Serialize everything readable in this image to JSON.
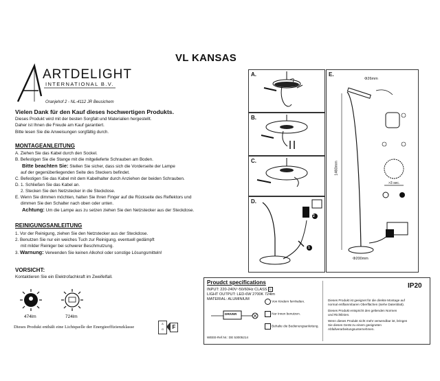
{
  "header": {
    "title": "VL KANSAS"
  },
  "brand": {
    "name_main": "ARTDELIGHT",
    "name_sub": "INTERNATIONAL B.V.",
    "address": "Oranjehof 2 - NL-4112 JR Beusichem"
  },
  "intro": {
    "thanks": "Vielen Dank für den Kauf dieses hochwertigen Produkts.",
    "lines": [
      "Dieses Produkt wird mit der besten Sorgfalt und Materialien hergestellt.",
      "Daher ist Ihnen die Freude am Kauf garantiert.",
      "Bitte lesen Sie die Anweisungen sorgfältig durch."
    ]
  },
  "montage": {
    "heading": "MONTAGEANLEITUNG",
    "a": "A. Ziehen Sie das Kabel durch den Sockel.",
    "b": "B. Befestigen Sie die Stange mit die mitgelieferte Schrauben am Boden.",
    "note_bold": "Bitte beachten Sie:",
    "note_1": "Stellen Sie sicher, dass sich die Vorderseite der Lampe",
    "note_2": "auf der gegenüberliegenden Seite des Steckers befindet.",
    "c": "C. Befestigen Sie das Kabel mit dem Kabelhalter durch Anziehen der beiden Schrauben.",
    "d1": "D. 1. Schließen Sie das Kabel an.",
    "d2": "2. Stecken Sie den Netzstecker in die Steckdose.",
    "e1": "E. Wenn Sie dimmen möchten, halten Sie Ihren Finger auf die Rückseite des Reflektors und",
    "e2": "dimmen Sie den Schalter nach oben oder unten.",
    "warn_bold": "Achtung:",
    "warn": "Um die Lampe aus zu setzen ziehen Sie den Netzstecker aus der Steckdose."
  },
  "cleaning": {
    "heading": "REINIGUNGSANLEITUNG",
    "l1": "1. Vor der Reinigung, ziehen Sie den Netzstecker aus der Steckdose.",
    "l2": "2. Benutzen Sie nur ein weiches Tuch zur Reinigung, eventuell gedämpft",
    "l2b": "mit milder Reiniger bei schwerer Beschmutzung.",
    "l3_num": "3.",
    "l3_bold": "Warnung:",
    "l3": "Verwenden Sie keinen Alkohol oder sonstige Lösungsmitteln!"
  },
  "caution": {
    "heading": "VORSICHT:",
    "text": "Kontaktieren Sie ein Elektrofachkraft im Zweifelfall."
  },
  "icons": {
    "lumen_1": "474lm",
    "lumen_2": "724lm"
  },
  "energy": {
    "text": "Dieses Produkt enthält eine Lichtquelle der Energieeffizienzklasse",
    "class": "F",
    "scale_top": "A",
    "scale_bottom": "G"
  },
  "diagrams": {
    "a": "A.",
    "b": "B.",
    "c": "C.",
    "d": "D.",
    "e": "E.",
    "dim_top": "Φ26mm",
    "dim_height": "1460mm",
    "dim_base": "Φ200mm",
    "step_1": "1",
    "step_2": "2",
    "sec": ">3 sec."
  },
  "specs": {
    "title": "Proudct specifications",
    "ip": "IP20",
    "input": "INPUT: 220-240V~50/60Hz CLASS",
    "class_mark": "II",
    "light": "LIGHT OUTPUT: LED-6W 2700K 724lm",
    "material": "MATERIAL: ALUMINIUM",
    "driver": "DRIVER",
    "weee": "WEEE-Ref.Nr.: DE 53005214",
    "kids": "Von Kindern fernhalten.",
    "indoor": "Nur Innen benutzen.",
    "manual": "Behalte die Bedienungsanleitung.",
    "ce_1": "Dieses Produkt ist geeignet für die direkte Montage auf",
    "ce_2": "normal entflammbaren Oberflächen (siehe Datenblatt).",
    "ce_3": "Dieses Produkt entspricht den geltenden Normen",
    "ce_4": "und Richtlinien.",
    "bin_1": "Wenn dieses Produkt nicht mehr verwendbar ist, bringen",
    "bin_2": "Sie dieses Gerät zu einem geeigneten",
    "bin_3": "Abfallverarbeitungsunternehmen."
  }
}
